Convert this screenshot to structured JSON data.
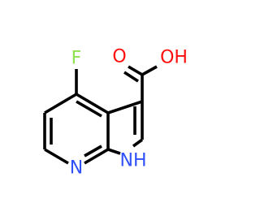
{
  "molecule": {
    "atoms": {
      "fluorine": {
        "label": "F",
        "color": "#90e050"
      },
      "carboxyl_oxygen": {
        "label": "O",
        "color": "#ff0d0d"
      },
      "hydroxyl": {
        "label": "OH",
        "color": "#ff0d0d"
      },
      "pyridine_nitrogen": {
        "label": "N",
        "color": "#3050f8"
      },
      "pyrrole_nh": {
        "label": "NH",
        "color": "#3050f8"
      }
    },
    "bond_color": "#000000"
  }
}
